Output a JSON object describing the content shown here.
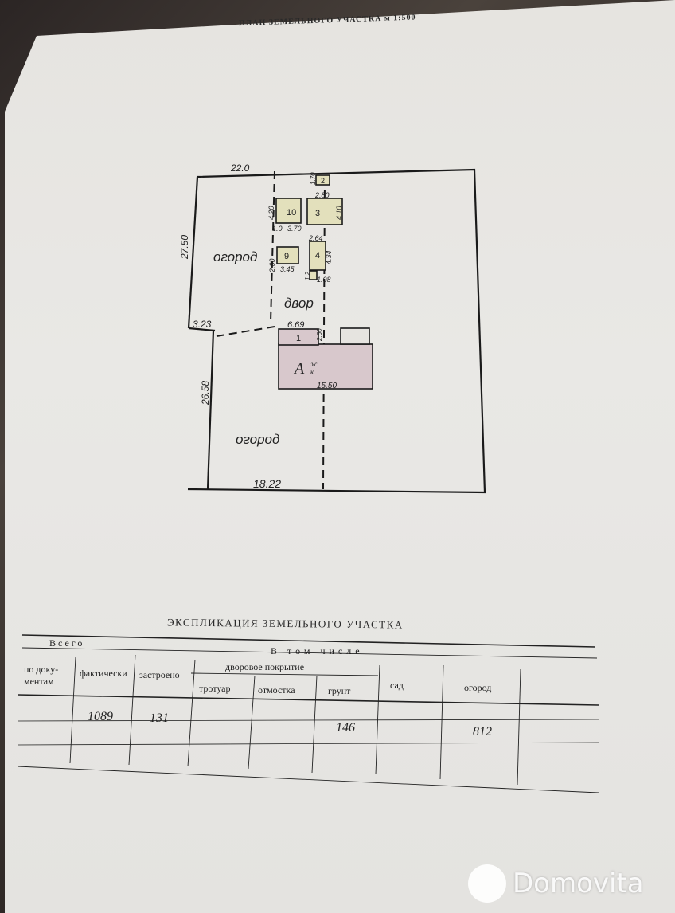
{
  "header": {
    "title": "ПЛАН ЗЕМЕЛЬНОГО УЧАСТКА м 1:500"
  },
  "plan": {
    "dims": {
      "top": "22.0",
      "left": "27.50",
      "bottom": "18.22",
      "lower_left": "26.58",
      "notch": "3.23",
      "house_top": "6.69",
      "house_width": "15.50",
      "b10_h": "4.20",
      "b10_w": "3.70",
      "b10_offset": "1.0",
      "b3_top": "2.80",
      "b3_side": "4.10",
      "b2_side": "1.70",
      "b9_w": "3.45",
      "b9_h": "2.00",
      "b4_top": "2.64",
      "b4_side": "4.34",
      "b4_bottom": "1.08",
      "b4_small": "1.2",
      "b1_side": "2.60"
    },
    "labels": {
      "garden_top": "огород",
      "yard": "двор",
      "garden_bottom": "огород",
      "house": "А",
      "house_sup": "ж",
      "house_sub": "к",
      "b1": "1",
      "b2": "2",
      "b3": "3",
      "b4": "4",
      "b9": "9",
      "b10": "10"
    }
  },
  "explication": {
    "title": "ЭКСПЛИКАЦИЯ ЗЕМЕЛЬНОГО УЧАСТКА",
    "headers": {
      "total": "Всего",
      "including": "В том числе",
      "by_docs_1": "по доку-",
      "by_docs_2": "ментам",
      "actual": "фактически",
      "built": "застроено",
      "yard_cover": "дворовое покрытие",
      "sidewalk": "тротуар",
      "blind_area": "отмостка",
      "soil": "грунт",
      "orchard": "сад",
      "vegetable": "огород"
    },
    "row": {
      "actual": "1089",
      "built": "131",
      "soil": "146",
      "vegetable": "812"
    }
  },
  "watermark": {
    "text": "Domovita"
  }
}
